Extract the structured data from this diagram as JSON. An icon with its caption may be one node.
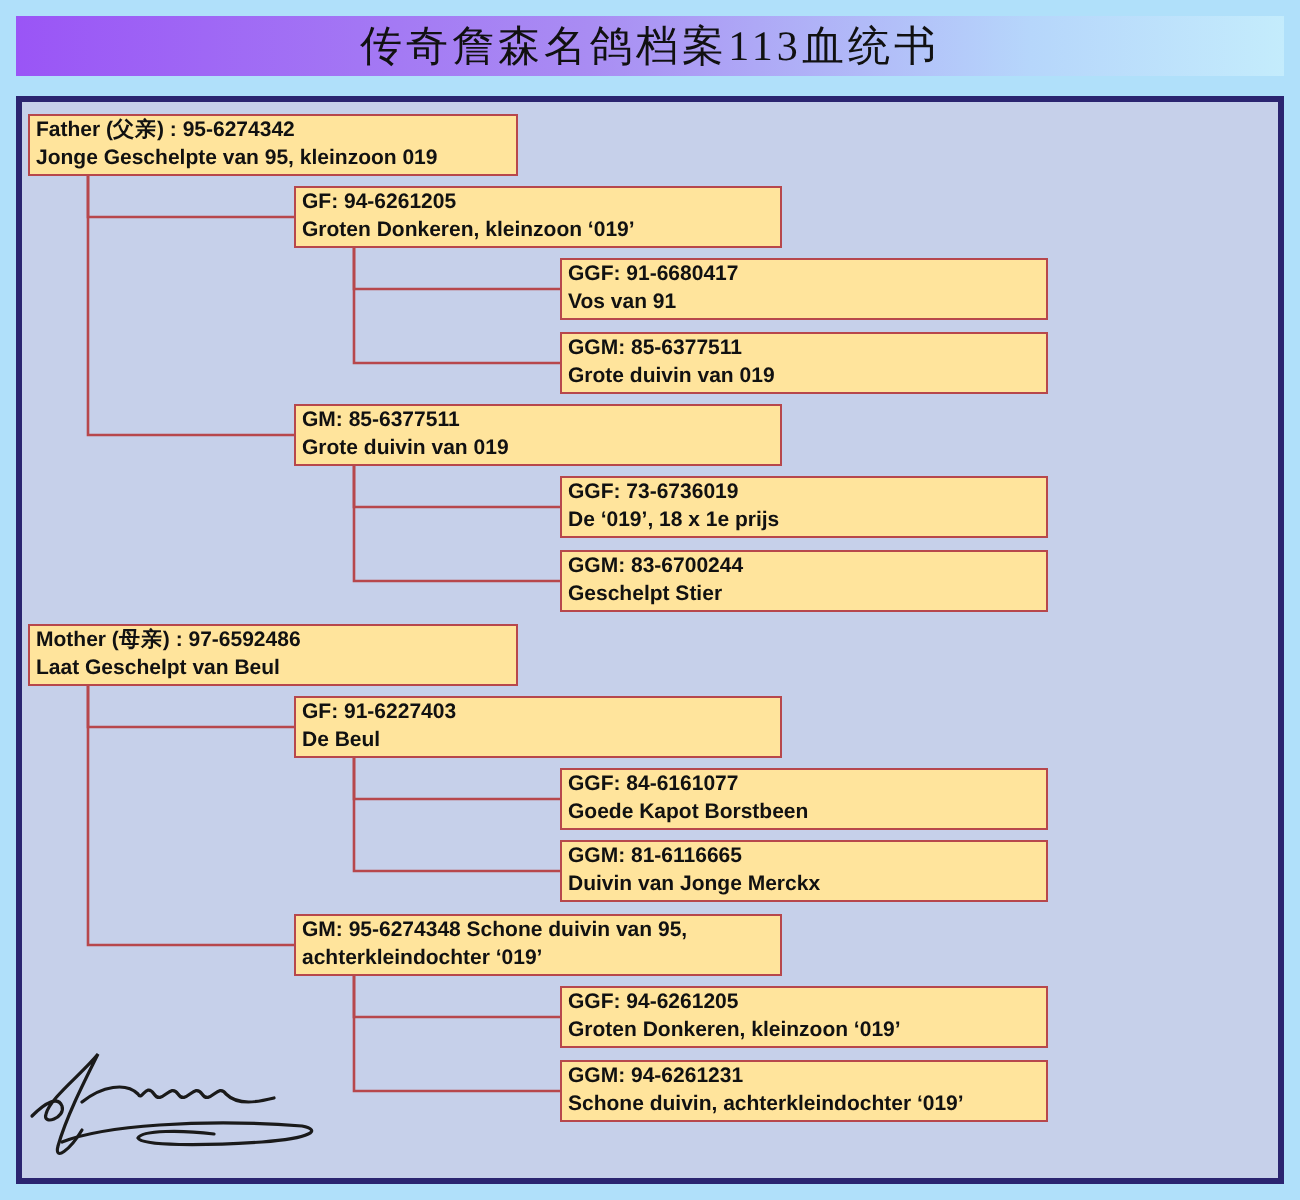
{
  "diagram": {
    "title": "传奇詹森名鸽档案113血统书",
    "nodes": [
      {
        "text": [
          "Father (父亲) : 95-6274342",
          "Jonge Geschelpte van 95, kleinzoon 019"
        ]
      },
      {
        "text": [
          "GF: 94-6261205",
          "Groten Donkeren, kleinzoon ‘019’"
        ]
      },
      {
        "text": [
          "GGF: 91-6680417",
          "Vos van 91"
        ]
      },
      {
        "text": [
          "GGM: 85-6377511",
          "Grote duivin van 019"
        ]
      },
      {
        "text": [
          "GM: 85-6377511",
          "Grote duivin van 019"
        ]
      },
      {
        "text": [
          "GGF: 73-6736019",
          "De ‘019’, 18 x 1e prijs"
        ]
      },
      {
        "text": [
          "GGM: 83-6700244",
          "Geschelpt Stier"
        ]
      },
      {
        "text": [
          "Mother (母亲) : 97-6592486",
          "Laat Geschelpt van Beul"
        ]
      },
      {
        "text": [
          "GF: 91-6227403",
          "De Beul"
        ]
      },
      {
        "text": [
          "GGF: 84-6161077",
          "Goede Kapot Borstbeen"
        ]
      },
      {
        "text": [
          "GGM: 81-6116665",
          "Duivin van Jonge Merckx"
        ]
      },
      {
        "text": [
          "GM: 95-6274348 Schone duivin van 95, achterkleindochter ‘019’"
        ]
      },
      {
        "text": [
          "GGF: 94-6261205",
          "Groten Donkeren, kleinzoon ‘019’"
        ]
      },
      {
        "text": [
          "GGM: 94-6261231",
          "Schone duivin, achterkleindochter ‘019’"
        ]
      }
    ],
    "edges": [
      {
        "from": 0,
        "to": 1,
        "arrow": "none"
      },
      {
        "from": 0,
        "to": 4,
        "arrow": "none"
      },
      {
        "from": 1,
        "to": 2,
        "arrow": "none"
      },
      {
        "from": 1,
        "to": 3,
        "arrow": "none"
      },
      {
        "from": 4,
        "to": 5,
        "arrow": "none"
      },
      {
        "from": 4,
        "to": 6,
        "arrow": "none"
      },
      {
        "from": 7,
        "to": 8,
        "arrow": "none"
      },
      {
        "from": 7,
        "to": 11,
        "arrow": "none"
      },
      {
        "from": 8,
        "to": 9,
        "arrow": "none"
      },
      {
        "from": 8,
        "to": 10,
        "arrow": "none"
      },
      {
        "from": 11,
        "to": 12,
        "arrow": "none"
      },
      {
        "from": 11,
        "to": 13,
        "arrow": "none"
      }
    ]
  }
}
